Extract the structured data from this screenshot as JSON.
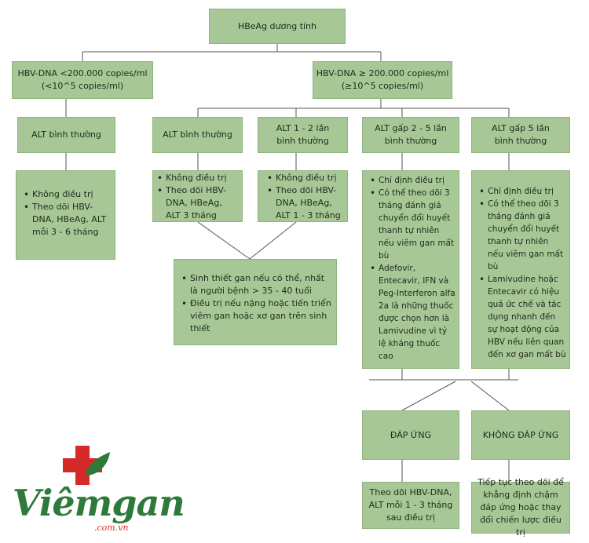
{
  "root": {
    "label": "HBeAg dương tính"
  },
  "left_branch": {
    "line1": "HBV-DNA  <200.000 copies/ml",
    "line2": "(<10^5 copies/ml)",
    "alt": {
      "label": "ALT bình thường"
    },
    "actions": [
      "Không điều trị",
      "Theo dõi HBV-DNA, HBeAg, ALT mỗi 3 - 6 tháng"
    ]
  },
  "right_branch": {
    "line1": "HBV-DNA ≥ 200.000 copies/ml",
    "line2": "(≥10^5 copies/ml)",
    "alt_normal": {
      "line1": "ALT bình thường",
      "actions": [
        "Không điều trị",
        "Theo dõi HBV-DNA, HBeAg, ALT 3 tháng"
      ]
    },
    "alt_1_2": {
      "line1": "ALT 1 - 2 lần",
      "line2": "bình thường",
      "actions": [
        "Không điều trị",
        "Theo dõi HBV-DNA, HBeAg, ALT 1 - 3 tháng"
      ]
    },
    "alt_2_5": {
      "line1": "ALT gấp 2 - 5 lần",
      "line2": "bình thường",
      "actions": [
        "Chỉ định điều trị",
        "Có thể theo dõi 3 tháng đánh giá chuyển đổi huyết thanh tự nhiên nếu viêm gan mất bù",
        "Adefovir, Entecavir, IFN và Peg-Interferon alfa 2a là những thuốc được chọn hơn là Lamivudine vì tỷ lệ kháng thuốc cao"
      ]
    },
    "alt_5": {
      "line1": "ALT gấp 5 lần",
      "line2": "bình thường",
      "actions": [
        "Chỉ định điều trị",
        "Có thể theo dõi 3 tháng đánh giá chuyển đổi huyết thanh tự nhiên nếu viêm gan mất bù",
        "Lamivudine hoặc Entecavir có hiệu quả ức chế và tác dụng nhanh đến sự hoạt động của HBV nếu liên quan đến xơ gan mất bù"
      ]
    },
    "biopsy": {
      "actions": [
        "Sinh thiết gan nếu có thể, nhất là người bệnh > 35 - 40 tuổi",
        "Điều trị nếu nặng hoặc tiến triển viêm gan hoặc xơ gan trên sinh thiết"
      ]
    },
    "response": {
      "label": "ĐÁP ỨNG",
      "followup": "Theo dõi HBV-DNA, ALT mỗi 1 - 3 tháng sau điều trị"
    },
    "no_response": {
      "label": "KHÔNG ĐÁP ỨNG",
      "followup": "Tiếp tục theo dõi để khẳng định chậm đáp ứng hoặc thay đổi chiến lược điều trị"
    }
  },
  "logo": {
    "word": "Viêmgan",
    "domain": ".com.vn"
  },
  "colors": {
    "box": "#a7c896",
    "line": "#555555",
    "logo_green": "#2d7a3a",
    "logo_red": "#d62a2a"
  }
}
